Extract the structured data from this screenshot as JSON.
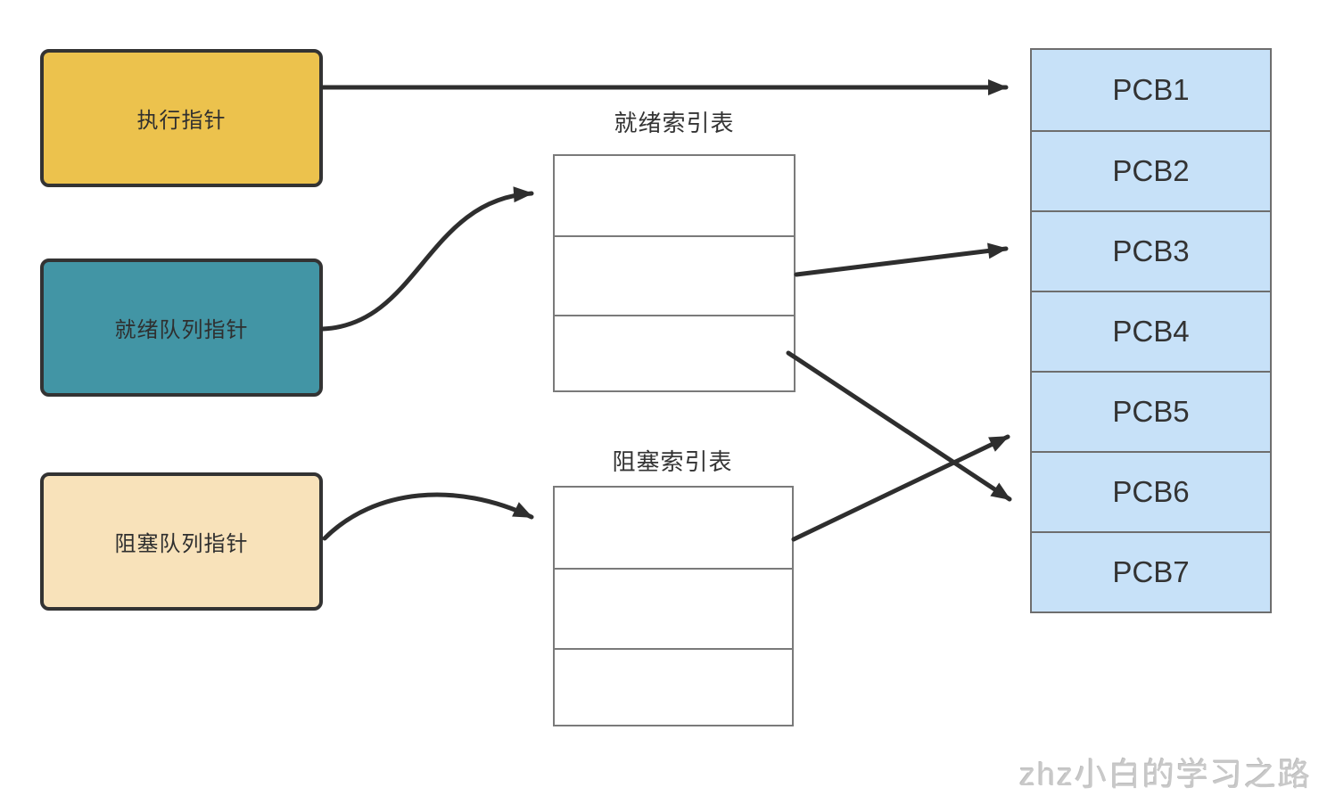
{
  "colors": {
    "exec-fill": "#ecc24d",
    "ready-fill": "#4295a5",
    "blocked-fill": "#f8e2ba",
    "pcb-fill": "#c7e1f8",
    "arrow-color": "#2e2e2e"
  },
  "pointers": [
    {
      "id": "exec",
      "label": "执行指针"
    },
    {
      "id": "ready",
      "label": "就绪队列指针"
    },
    {
      "id": "blocked",
      "label": "阻塞队列指针"
    }
  ],
  "ready_table": {
    "title": "就绪索引表",
    "rows": [
      "",
      "",
      ""
    ]
  },
  "blocked_table": {
    "title": "阻塞索引表",
    "rows": [
      "",
      "",
      ""
    ]
  },
  "pcb_list": {
    "cells": [
      {
        "label": "PCB1"
      },
      {
        "label": "PCB2"
      },
      {
        "label": "PCB3"
      },
      {
        "label": "PCB4"
      },
      {
        "label": "PCB5"
      },
      {
        "label": "PCB6"
      },
      {
        "label": "PCB7"
      }
    ]
  },
  "arrows": [
    {
      "id": "exec-to-pcb1",
      "from": "执行指针",
      "to": "PCB1"
    },
    {
      "id": "ready-ptr-to-table",
      "from": "就绪队列指针",
      "to": "就绪索引表"
    },
    {
      "id": "blocked-ptr-to-table",
      "from": "阻塞队列指针",
      "to": "阻塞索引表"
    },
    {
      "id": "ready-row2-to-pcb3",
      "from": "就绪索引表",
      "to": "PCB3"
    },
    {
      "id": "ready-row3-to-pcb6",
      "from": "就绪索引表",
      "to": "PCB6"
    },
    {
      "id": "blocked-row1-to-pcb5",
      "from": "阻塞索引表",
      "to": "PCB5"
    }
  ],
  "watermark": {
    "text": "zhz小白的学习之路"
  }
}
